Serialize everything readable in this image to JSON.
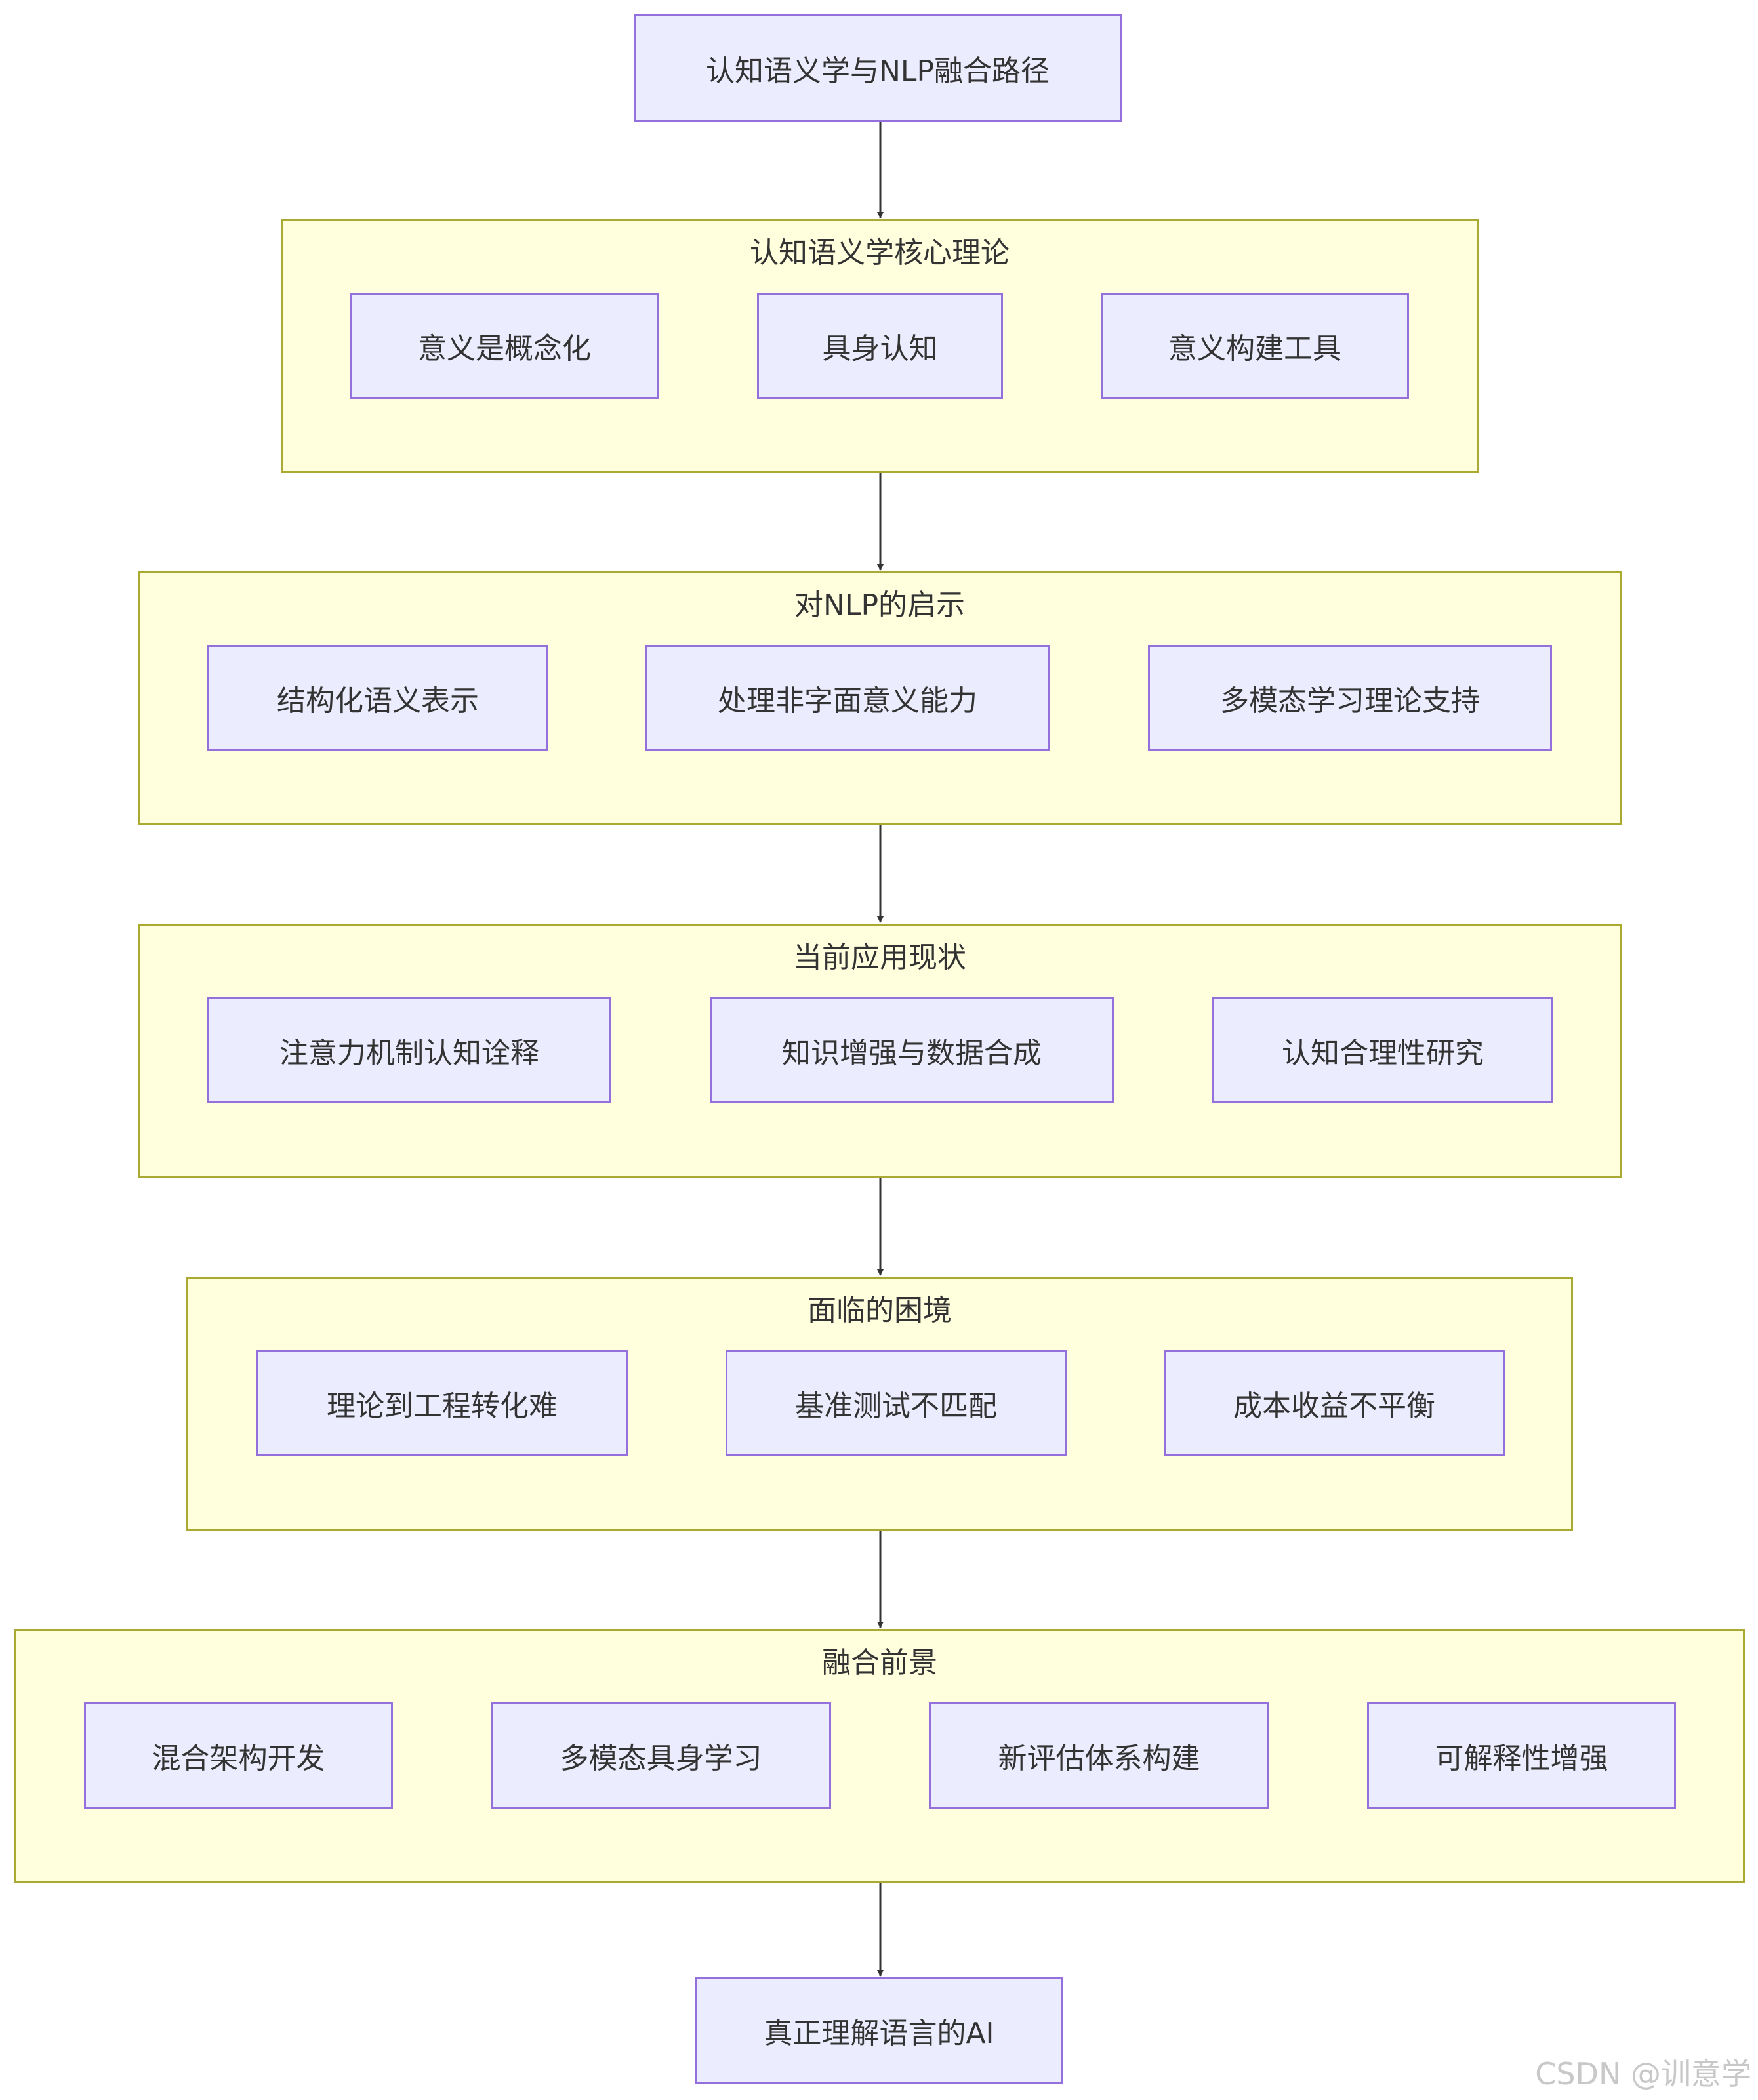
{
  "colors": {
    "node_fill": "#ececff",
    "node_stroke": "#9370db",
    "cluster_fill": "#ffffde",
    "cluster_stroke": "#aaaa33",
    "edge": "#333333",
    "text": "#333333"
  },
  "start": {
    "label": "认知语义学与NLP融合路径"
  },
  "groups": [
    {
      "id": "theory",
      "title": "认知语义学核心理论",
      "nodes": [
        "意义是概念化",
        "具身认知",
        "意义构建工具"
      ]
    },
    {
      "id": "implications",
      "title": "对NLP的启示",
      "nodes": [
        "结构化语义表示",
        "处理非字面意义能力",
        "多模态学习理论支持"
      ]
    },
    {
      "id": "status",
      "title": "当前应用现状",
      "nodes": [
        "注意力机制认知诠释",
        "知识增强与数据合成",
        "认知合理性研究"
      ]
    },
    {
      "id": "challenges",
      "title": "面临的困境",
      "nodes": [
        "理论到工程转化难",
        "基准测试不匹配",
        "成本收益不平衡"
      ]
    },
    {
      "id": "prospects",
      "title": "融合前景",
      "nodes": [
        "混合架构开发",
        "多模态具身学习",
        "新评估体系构建",
        "可解释性增强"
      ]
    }
  ],
  "end": {
    "label": "真正理解语言的AI"
  },
  "watermark": "CSDN @训意学"
}
